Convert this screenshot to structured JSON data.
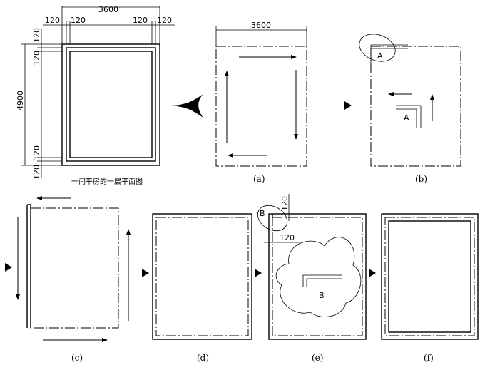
{
  "plan": {
    "title": "一间平房的一层平面图",
    "dim_width": "3600",
    "dim_height": "4900",
    "dim_wall": "120"
  },
  "panel_a": {
    "caption": "(a)",
    "dim_width": "3600"
  },
  "panel_b": {
    "caption": "(b)",
    "label_top": "A",
    "label_center": "A"
  },
  "panel_c": {
    "caption": "(c)"
  },
  "panel_d": {
    "caption": "(d)"
  },
  "panel_e": {
    "caption": "(e)",
    "label_top": "B",
    "label_center": "B",
    "dim_wall": "120"
  },
  "panel_f": {
    "caption": "(f)"
  }
}
